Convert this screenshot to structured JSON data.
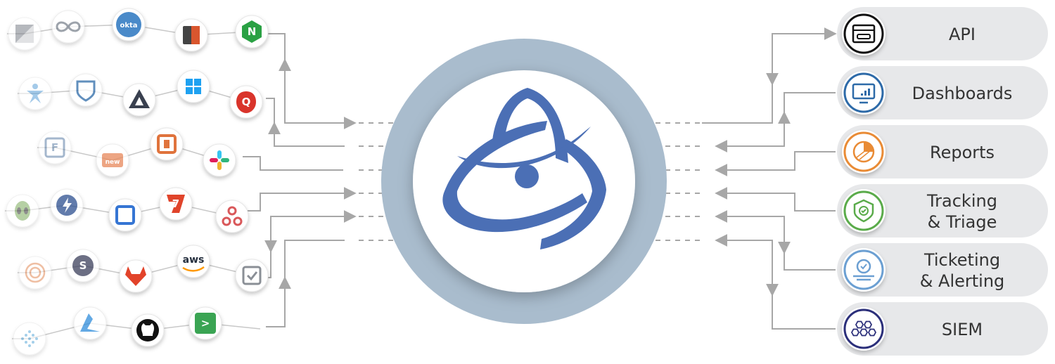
{
  "center": {
    "logo": "triskelion-atom-logo",
    "ring_color": "#a9bccd",
    "logo_color": "#4b6fb5"
  },
  "colors": {
    "connector": "#a7a7a7",
    "pill": "#e7e8ea",
    "label": "#333333"
  },
  "integrations": [
    {
      "name": "arrow-app-icon",
      "text": "",
      "color": "#7a7f88"
    },
    {
      "name": "infinity-loop-icon",
      "text": "",
      "color": "#7d8590"
    },
    {
      "name": "okta-icon",
      "text": "okta",
      "color": "#4a8ac9"
    },
    {
      "name": "door-app-icon",
      "text": "",
      "color": "#d9562e"
    },
    {
      "name": "nginx-icon",
      "text": "N",
      "color": "#2aa144"
    },
    {
      "name": "person-star-icon",
      "text": "",
      "color": "#5aa0d8"
    },
    {
      "name": "shield-app-icon",
      "text": "",
      "color": "#2d6aa8"
    },
    {
      "name": "atlas-triangle-icon",
      "text": "",
      "color": "#39404f"
    },
    {
      "name": "windows-icon",
      "text": "",
      "color": "#1ea1f1"
    },
    {
      "name": "qualys-icon",
      "text": "Q",
      "color": "#d9342b"
    },
    {
      "name": "fluent-f-icon",
      "text": "F",
      "color": "#5a7ea6"
    },
    {
      "name": "servicenow-new-icon",
      "text": "new",
      "color": "#e8885a"
    },
    {
      "name": "bracket-app-icon",
      "text": "",
      "color": "#e0733c"
    },
    {
      "name": "slack-icon",
      "text": "",
      "color": "#e01e5a"
    },
    {
      "name": "sumo-ring-icon",
      "text": "",
      "color": "#e28b7a"
    },
    {
      "name": "alien-head-icon",
      "text": "",
      "color": "#7cab5a"
    },
    {
      "name": "lightning-bolt-icon",
      "text": "",
      "color": "#2d4f8f"
    },
    {
      "name": "square-frame-icon",
      "text": "",
      "color": "#3575d3"
    },
    {
      "name": "seven-app-icon",
      "text": "7",
      "color": "#e0442b"
    },
    {
      "name": "webhook-icon",
      "text": "",
      "color": "#d9585a"
    },
    {
      "name": "spiral-icon",
      "text": "",
      "color": "#e28b58"
    },
    {
      "name": "s-circle-icon",
      "text": "S",
      "color": "#3b3f5c"
    },
    {
      "name": "gitlab-icon",
      "text": "",
      "color": "#e2432a"
    },
    {
      "name": "aws-icon",
      "text": "aws",
      "color": "#252f3e"
    },
    {
      "name": "checkbox-icon",
      "text": "",
      "color": "#8a8f96"
    },
    {
      "name": "dots-diamond-icon",
      "text": "",
      "color": "#5aa9d9"
    },
    {
      "name": "azure-icon",
      "text": "",
      "color": "#2f8ddb"
    },
    {
      "name": "github-icon",
      "text": "",
      "color": "#111111"
    },
    {
      "name": "terminal-icon",
      "text": ">",
      "color": "#3aa453"
    }
  ],
  "outputs": [
    {
      "name": "api",
      "lines": [
        "API"
      ],
      "icon": "api-browser-icon",
      "color": "#111111"
    },
    {
      "name": "dashboards",
      "lines": [
        "Dashboards"
      ],
      "icon": "monitor-chart-icon",
      "color": "#2d6aa8"
    },
    {
      "name": "reports",
      "lines": [
        "Reports"
      ],
      "icon": "pie-chart-icon",
      "color": "#e98b35"
    },
    {
      "name": "tracking-triage",
      "lines": [
        "Tracking",
        "& Triage"
      ],
      "icon": "shield-check-icon",
      "color": "#5aab4a"
    },
    {
      "name": "ticketing-alerting",
      "lines": [
        "Ticketing",
        "& Alerting"
      ],
      "icon": "ticket-check-icon",
      "color": "#6b9fd2"
    },
    {
      "name": "siem",
      "lines": [
        "SIEM"
      ],
      "icon": "hexagon-cluster-icon",
      "color": "#2b2f7a"
    }
  ]
}
